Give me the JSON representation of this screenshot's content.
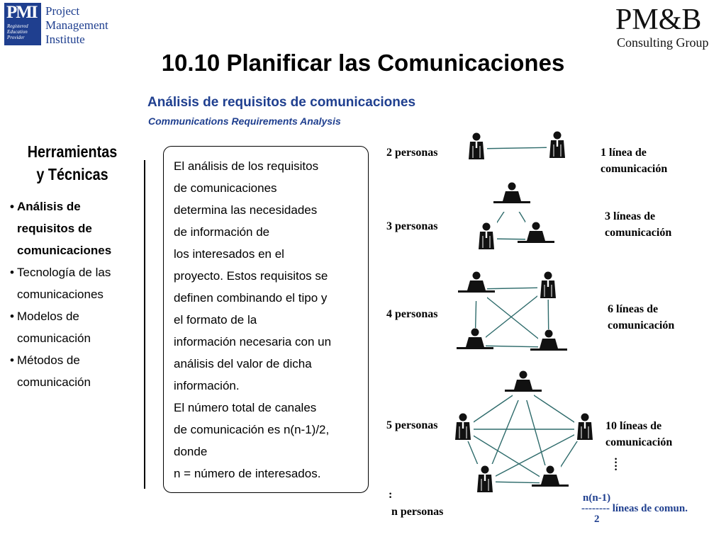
{
  "pmi_logo": {
    "mark": "PMI",
    "mark_small": [
      "Registered",
      "Education",
      "Provider"
    ],
    "lines": [
      "Project",
      "Management",
      "Institute"
    ]
  },
  "pmb_logo": {
    "name": "PM&B",
    "sub": "Consulting Group"
  },
  "title": "10.10 Planificar las Comunicaciones",
  "subtitle_es": "Análisis de requisitos de comunicaciones",
  "subtitle_en": "Communications Requirements Analysis",
  "tools": {
    "heading_line1": "Herramientas",
    "heading_line2": "y  Técnicas",
    "items": [
      {
        "text": "Análisis de",
        "bullet": true,
        "bold": true
      },
      {
        "text": "requisitos de",
        "bullet": false,
        "bold": true
      },
      {
        "text": "comunicaciones",
        "bullet": false,
        "bold": true
      },
      {
        "text": "Tecnología de las",
        "bullet": true,
        "bold": false
      },
      {
        "text": "comunicaciones",
        "bullet": false,
        "bold": false
      },
      {
        "text": "Modelos de",
        "bullet": true,
        "bold": false
      },
      {
        "text": "comunicación",
        "bullet": false,
        "bold": false
      },
      {
        "text": "Métodos de",
        "bullet": true,
        "bold": false
      },
      {
        "text": "comunicación",
        "bullet": false,
        "bold": false
      }
    ]
  },
  "description_lines": [
    "El análisis de los requisitos",
    "de comunicaciones",
    "determina las necesidades",
    "de información de",
    "los interesados en el",
    "proyecto. Estos requisitos se",
    "definen combinando el tipo y",
    "el formato de la",
    "información necesaria con un",
    "análisis del valor de dicha",
    "información.",
    "El número total de canales",
    "de comunicación es n(n-1)/2,",
    "donde",
    "n = número de interesados."
  ],
  "examples": [
    {
      "people": "2  personas",
      "lines_a": "1 línea de",
      "lines_b": "comunicación"
    },
    {
      "people": "3  personas",
      "lines_a": "3 líneas de",
      "lines_b": "comunicación"
    },
    {
      "people": "4  personas",
      "lines_a": "6 líneas de",
      "lines_b": "comunicación"
    },
    {
      "people": "5  personas",
      "lines_a": "10 líneas de",
      "lines_b": "comunicación"
    }
  ],
  "n_colon": ":",
  "n_people": "n personas",
  "lines_colon": ":",
  "formula": {
    "numerator": "n(n-1)",
    "dashes": "--------",
    "denominator": "2",
    "suffix": "líneas de comun."
  },
  "colors": {
    "accent": "#1f3f8f",
    "line": "#2e6b6b",
    "figure": "#111111"
  }
}
